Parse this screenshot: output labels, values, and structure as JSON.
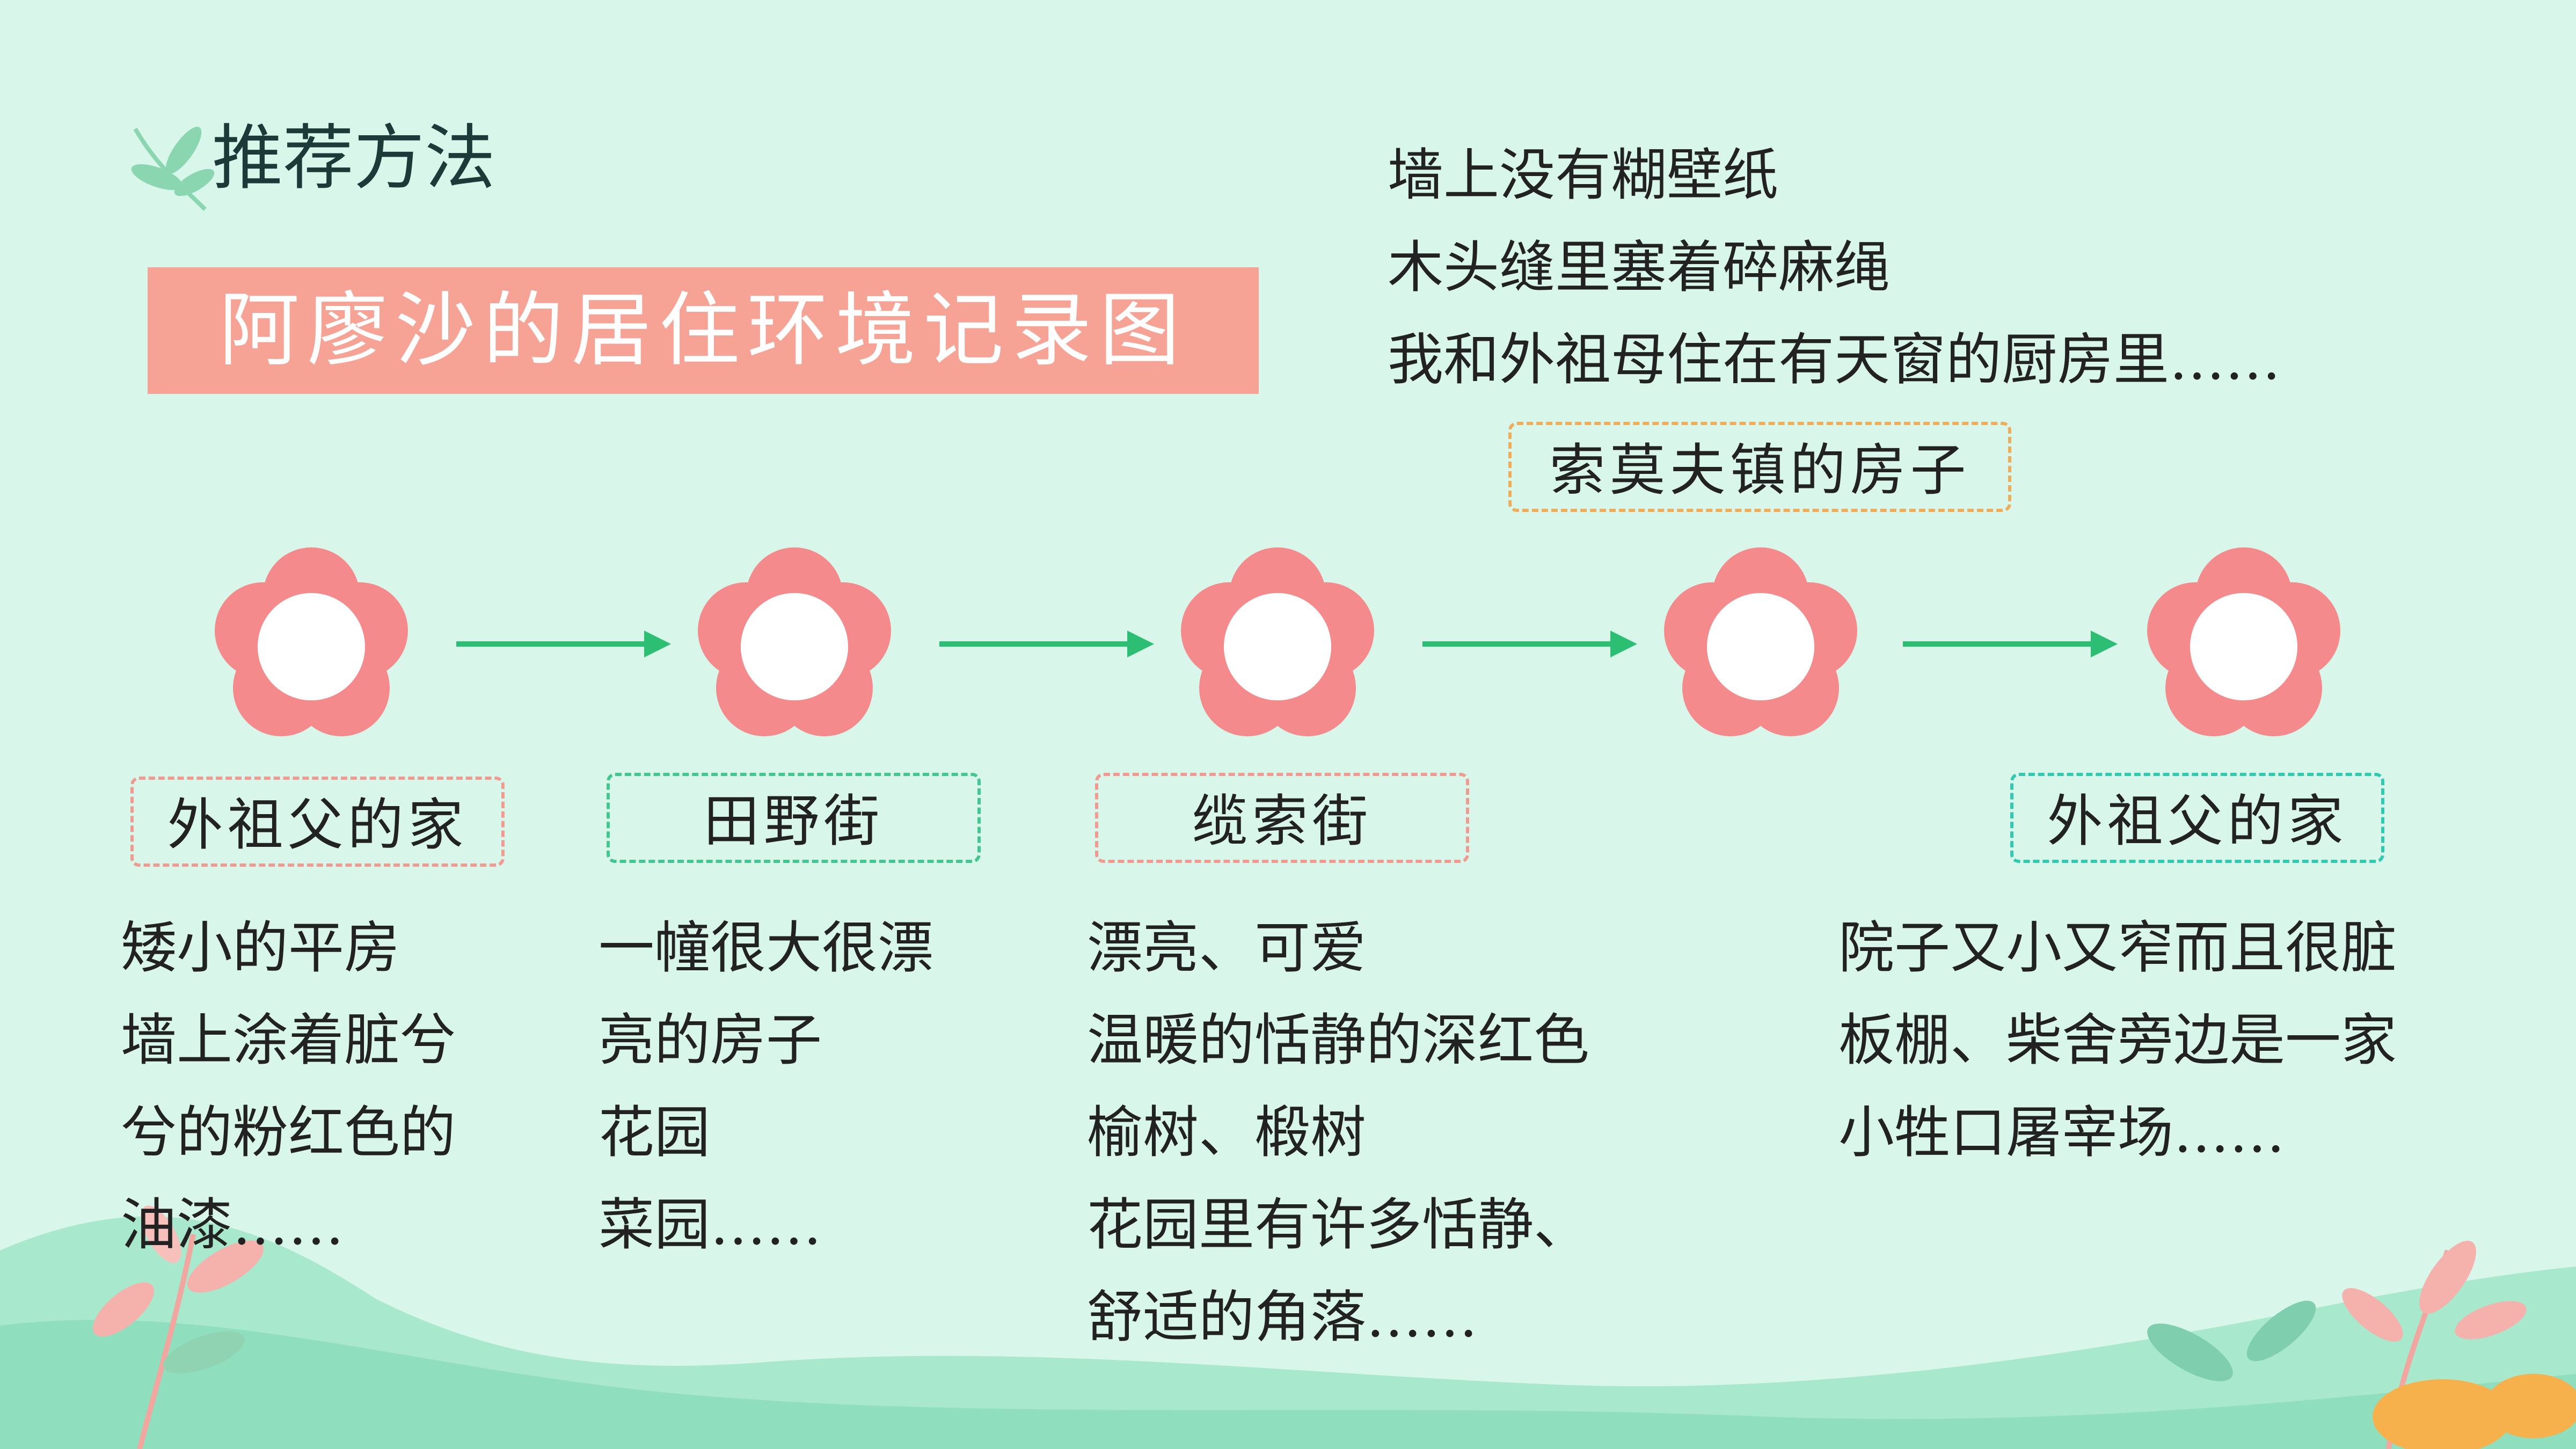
{
  "header": {
    "section_title": "推荐方法",
    "icon": "leaf-icon"
  },
  "title": "阿廖沙的居住环境记录图",
  "top_description": "墙上没有糊壁纸\n木头缝里塞着碎麻绳\n我和外祖母住在有天窗的厨房里……",
  "top_label": "索莫夫镇的房子",
  "stages": [
    {
      "label": "外祖父的家",
      "description": "矮小的平房\n墙上涂着脏兮\n兮的粉红色的\n油漆……"
    },
    {
      "label": "田野街",
      "description": "一幢很大很漂\n亮的房子\n花园\n菜园……"
    },
    {
      "label": "缆索街",
      "description": "漂亮、可爱\n温暖的恬静的深红色\n榆树、椴树\n花园里有许多恬静、\n舒适的角落……"
    },
    {
      "label": "外祖父的家",
      "description": "院子又小又窄而且很脏\n板棚、柴舍旁边是一家\n小牲口屠宰场……"
    }
  ],
  "colors": {
    "flower_petal": "#f58a8c",
    "arrow": "#2cbf73",
    "title_bg": "#f6a396",
    "background": "#d9f6eb"
  }
}
